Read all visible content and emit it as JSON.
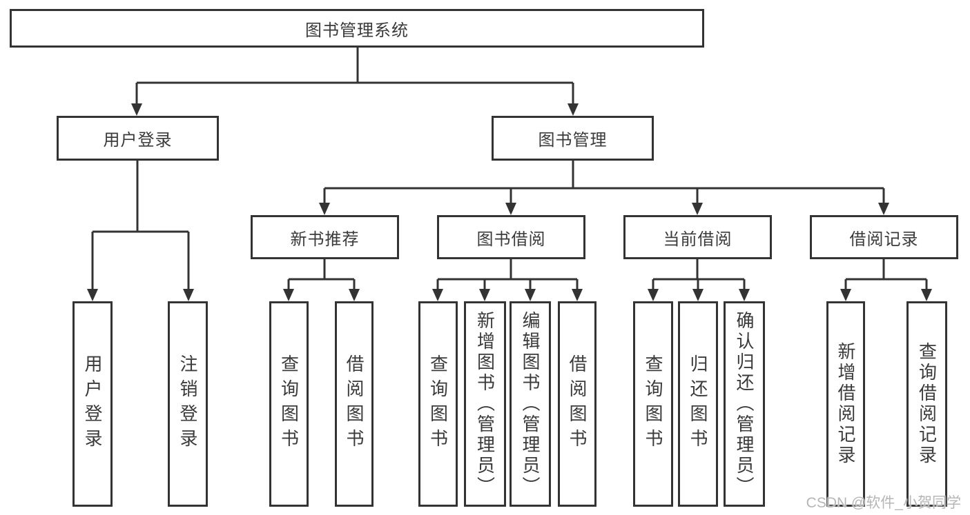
{
  "diagram": {
    "root": {
      "label": "图书管理系统"
    },
    "level2": [
      {
        "label": "用户登录"
      },
      {
        "label": "图书管理"
      }
    ],
    "level3": [
      {
        "label": "新书推荐",
        "parent": "图书管理"
      },
      {
        "label": "图书借阅",
        "parent": "图书管理"
      },
      {
        "label": "当前借阅",
        "parent": "图书管理"
      },
      {
        "label": "借阅记录",
        "parent": "图书管理"
      }
    ],
    "leaves": [
      {
        "label": "用户登录",
        "parent": "用户登录"
      },
      {
        "label": "注销登录",
        "parent": "用户登录"
      },
      {
        "label": "查询图书",
        "parent": "新书推荐"
      },
      {
        "label": "借阅图书",
        "parent": "新书推荐"
      },
      {
        "label": "查询图书",
        "parent": "图书借阅"
      },
      {
        "label": "新增图书（管理员）",
        "parent": "图书借阅"
      },
      {
        "label": "编辑图书（管理员）",
        "parent": "图书借阅"
      },
      {
        "label": "借阅图书",
        "parent": "图书借阅"
      },
      {
        "label": "查询图书",
        "parent": "当前借阅"
      },
      {
        "label": "归还图书",
        "parent": "当前借阅"
      },
      {
        "label": "确认归还（管理员）",
        "parent": "当前借阅"
      },
      {
        "label": "新增借阅记录",
        "parent": "借阅记录"
      },
      {
        "label": "查询借阅记录",
        "parent": "借阅记录"
      }
    ],
    "watermark": "CSDN @软件_小贺同学",
    "colors": {
      "line": "#333333",
      "box_background": "#ffffff",
      "watermark_gray": "#b6b6b6"
    }
  }
}
